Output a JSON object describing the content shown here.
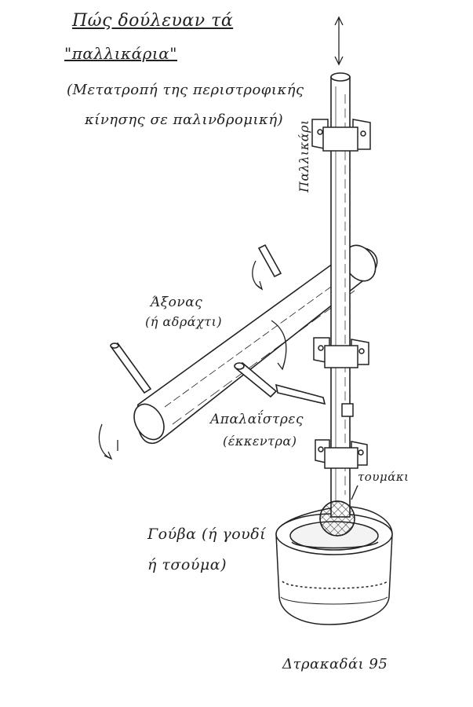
{
  "labels": {
    "title": "Πώς δούλευαν τά",
    "subtitle": "\"παλλικάρια\"",
    "description_line1": "(Μετατροπή της περιστροφικής",
    "description_line2": "κίνησης σε παλινδρομική)",
    "rod": "Παλλικάρι",
    "axle_line1": "Άξονας",
    "axle_line2": "(ή αδράχτι)",
    "cams_line1": "Απαλαΐστρες",
    "cams_line2": "(έκκεντρα)",
    "ball": "τουμάκι",
    "bowl_line1": "Γούβα (ή γουδί",
    "bowl_line2": "ή τσούμα)",
    "signature": "Δτρακαδάι 95"
  }
}
